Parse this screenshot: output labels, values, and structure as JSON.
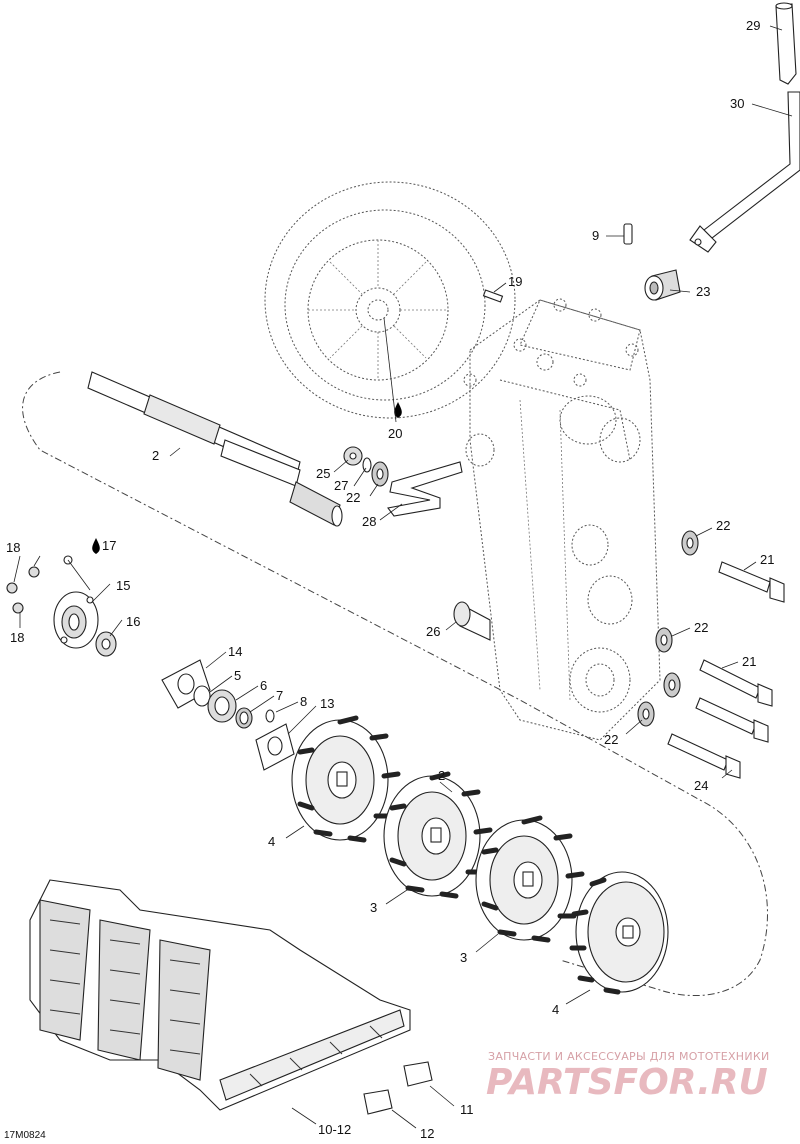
{
  "diagram_id": "17M0824",
  "callouts": {
    "c2a": "2",
    "c2b": "2",
    "c3a": "3",
    "c3b": "3",
    "c4a": "4",
    "c4b": "4",
    "c5": "5",
    "c6": "6",
    "c7": "7",
    "c8": "8",
    "c9": "9",
    "c10_12": "10-12",
    "c11": "11",
    "c12": "12",
    "c13": "13",
    "c14": "14",
    "c15": "15",
    "c16": "16",
    "c17": "17",
    "c18a": "18",
    "c18b": "18",
    "c19": "19",
    "c20": "20",
    "c21a": "21",
    "c21b": "21",
    "c22a": "22",
    "c22b": "22",
    "c22c": "22",
    "c22d": "22",
    "c23": "23",
    "c24": "24",
    "c25": "25",
    "c26": "26",
    "c27": "27",
    "c28": "28",
    "c29": "29",
    "c30": "30"
  },
  "icons": {
    "lubricant": "oil-drop-icon"
  },
  "watermark": {
    "tagline": "ЗАПЧАСТИ И АКСЕССУАРЫ ДЛЯ МОТОТЕХНИКИ",
    "brand": "PARTSFOR.RU",
    "color": "#e8b9bf"
  }
}
